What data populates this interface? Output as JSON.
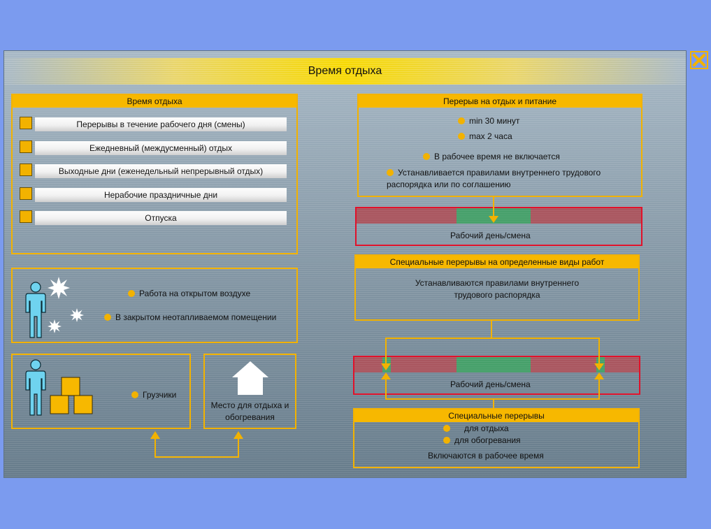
{
  "window": {
    "title": "Время отдыха",
    "close_icon": "close-icon"
  },
  "rest_time": {
    "header": "Время отдыха",
    "items": [
      {
        "label": "Перерывы в течение рабочего дня (смены)"
      },
      {
        "label": "Ежедневный (междусменный) отдых"
      },
      {
        "label": "Выходные дни (еженедельный непрерывный отдых)"
      },
      {
        "label": "Нерабочие праздничные дни"
      },
      {
        "label": "Отпуска"
      }
    ]
  },
  "outdoor": {
    "items": [
      "Работа на открытом воздухе",
      "В закрытом неотапливаемом помещении"
    ],
    "icons": [
      "person-icon",
      "snowflake-icon"
    ]
  },
  "loaders": {
    "item": "Грузчики",
    "icons": [
      "person-icon",
      "boxes-icon"
    ]
  },
  "rest_place": {
    "label": "Место для отдыха и обогревания",
    "icon": "house-icon"
  },
  "meal_break": {
    "header": "Перерыв на отдых и питание",
    "items": [
      "min 30 минут",
      "max 2 часа",
      "В рабочее время не включается",
      "Устанавливается правилами внутреннего трудового распорядка или по соглашению"
    ]
  },
  "workday_bar_1": {
    "label": "Рабочий день/смена"
  },
  "special_breaks": {
    "header": "Специальные перерывы на определенные виды работ",
    "text": "Устанавливаются правилами внутреннего трудового распорядка"
  },
  "workday_bar_2": {
    "label": "Рабочий день/смена"
  },
  "special_breaks_2": {
    "header": "Специальные перерывы",
    "items": [
      "для отдыха",
      "для обогревания"
    ],
    "footer": "Включаются в рабочее время"
  },
  "colors": {
    "background": "#7b9bef",
    "accent": "#f2b200",
    "work_segment": "#a9565f",
    "break_segment": "#46a06a",
    "bar_border": "#e0112a"
  }
}
